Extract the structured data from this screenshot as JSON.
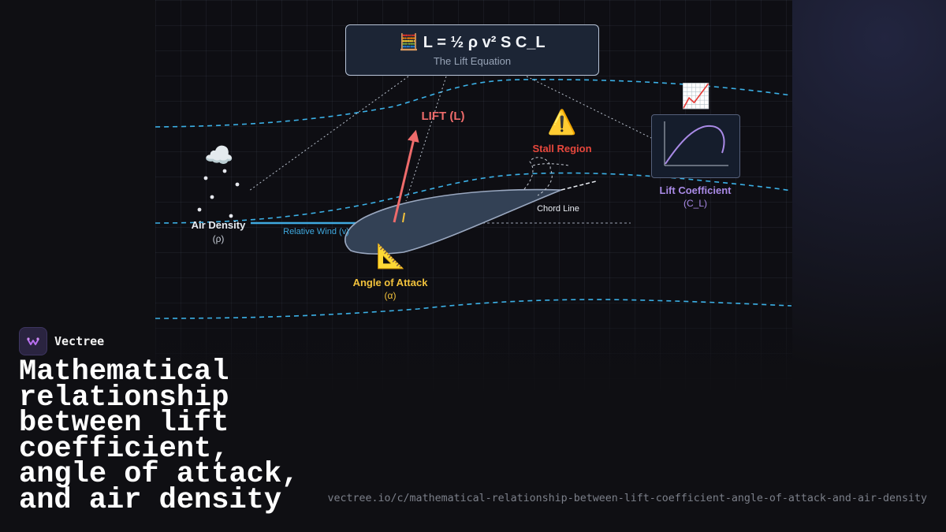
{
  "diagram": {
    "equation": {
      "formula": "🧮 L = ½ ρ v² S C_L",
      "caption": "The Lift Equation"
    },
    "lift_label": "LIFT (L)",
    "stall": {
      "icon": "⚠️",
      "label": "Stall Region"
    },
    "chord_label": "Chord Line",
    "lift_coefficient": {
      "icon": "📈",
      "label": "Lift Coefficient",
      "symbol": "(C_L)"
    },
    "air_density": {
      "icon": "☁️",
      "label": "Air Density",
      "symbol": "(ρ)"
    },
    "relative_wind": "Relative Wind (v)",
    "angle_of_attack": {
      "icon": "📐",
      "label": "Angle of Attack",
      "symbol": "(α)"
    }
  },
  "brand": {
    "name": "Vectree"
  },
  "headline": "Mathematical relationship between lift coefficient, angle of attack, and air density",
  "url": "vectree.io/c/mathematical-relationship-between-lift-coefficient-angle-of-attack-and-air-density",
  "colors": {
    "lift": "#ee6b6b",
    "stall": "#e7473c",
    "angle": "#f2c23c",
    "coefficient": "#a98ae6",
    "wind": "#3fa9e0",
    "streamline": "#3bb0e6",
    "airfoil_fill": "#334155",
    "airfoil_stroke": "#9aa8c0"
  }
}
